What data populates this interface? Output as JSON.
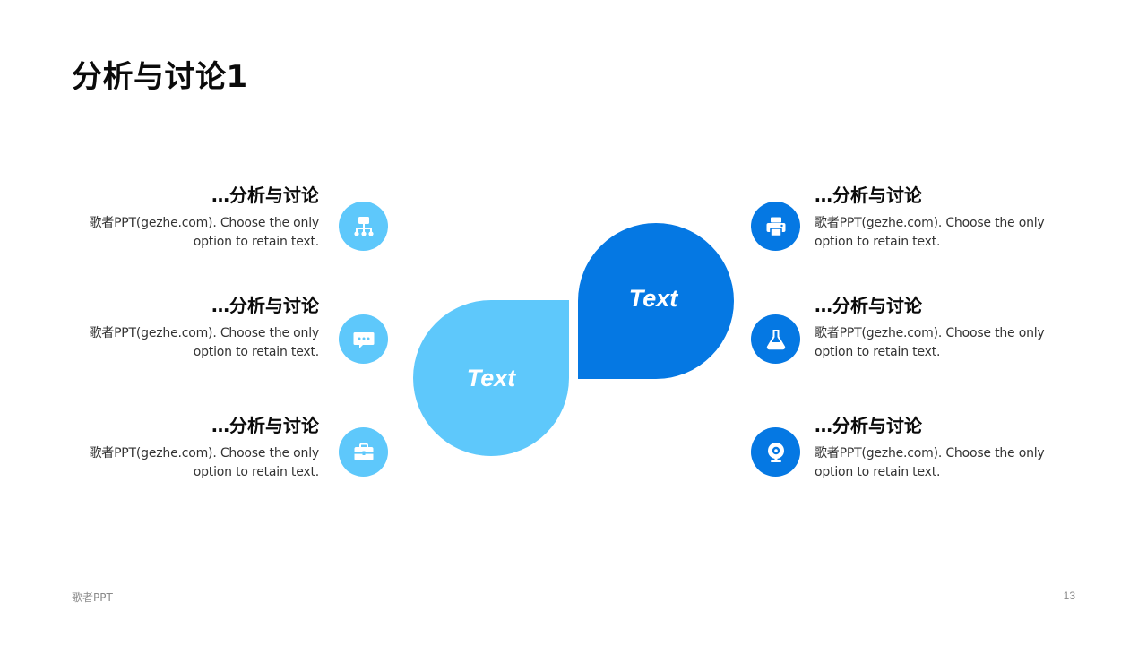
{
  "title": "分析与讨论1",
  "left_items": [
    {
      "heading": "…分析与讨论",
      "desc": "歌者PPT(gezhe.com). Choose the only option to retain text.",
      "icon": "flowchart-icon"
    },
    {
      "heading": "…分析与讨论",
      "desc": "歌者PPT(gezhe.com). Choose the only option to retain text.",
      "icon": "chat-bubble-icon"
    },
    {
      "heading": "…分析与讨论",
      "desc": "歌者PPT(gezhe.com). Choose the only option to retain text.",
      "icon": "briefcase-icon"
    }
  ],
  "right_items": [
    {
      "heading": "…分析与讨论",
      "desc": "歌者PPT(gezhe.com). Choose the only option to retain text.",
      "icon": "printer-icon"
    },
    {
      "heading": "…分析与讨论",
      "desc": "歌者PPT(gezhe.com). Choose the only option to retain text.",
      "icon": "flask-icon"
    },
    {
      "heading": "…分析与讨论",
      "desc": "歌者PPT(gezhe.com). Choose the only option to retain text.",
      "icon": "webcam-icon"
    }
  ],
  "center": {
    "left_label": "Text",
    "right_label": "Text"
  },
  "footer": {
    "brand": "歌者PPT",
    "page_number": "13"
  },
  "colors": {
    "light_blue": "#5ec8fb",
    "dark_blue": "#0578e3"
  }
}
